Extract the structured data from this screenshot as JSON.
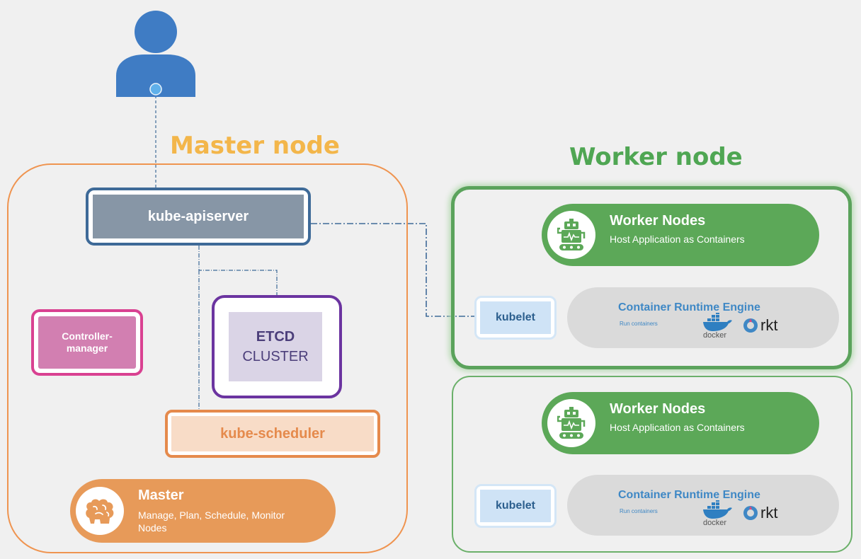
{
  "titles": {
    "master": "Master node",
    "worker": "Worker node"
  },
  "master": {
    "apiserver_label": "kube-apiserver",
    "controller_label": "Controller-\nmanager",
    "etcd_line1": "ETCD",
    "etcd_line2": "CLUSTER",
    "scheduler_label": "kube-scheduler",
    "pill": {
      "title": "Master",
      "subtitle": "Manage, Plan, Schedule, Monitor Nodes",
      "icon": "brain-icon"
    }
  },
  "workers": [
    {
      "pill_title": "Worker Nodes",
      "pill_subtitle": "Host Application as Containers",
      "icon": "robot-icon",
      "kubelet_label": "kubelet",
      "runtime_title": "Container Runtime Engine",
      "runtime_subtitle": "Run containers",
      "docker_label": "docker",
      "rkt_label": "rkt"
    },
    {
      "pill_title": "Worker Nodes",
      "pill_subtitle": "Host Application as Containers",
      "icon": "robot-icon",
      "kubelet_label": "kubelet",
      "runtime_title": "Container Runtime Engine",
      "runtime_subtitle": "Run containers",
      "docker_label": "docker",
      "rkt_label": "rkt"
    }
  ],
  "colors": {
    "master_accent": "#ef9450",
    "worker_accent": "#5ba35c",
    "apiserver_border": "#3e6a98",
    "etcd_border": "#6b34a0",
    "controller_border": "#d94191",
    "user_icon": "#3f7cc4"
  },
  "icons": {
    "user": "user-icon",
    "docker": "docker-whale-icon",
    "rkt": "rkt-logo-icon"
  }
}
